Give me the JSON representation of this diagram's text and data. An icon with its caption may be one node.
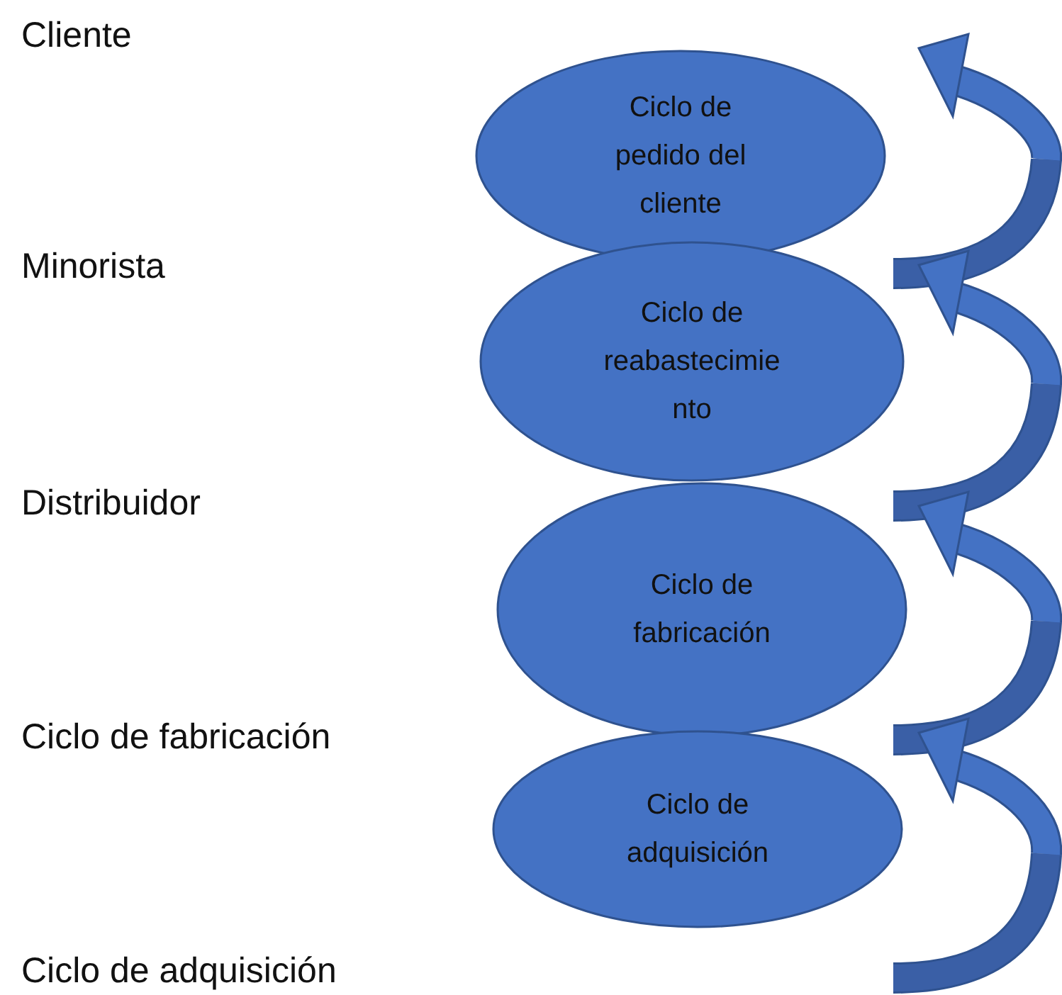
{
  "diagram": {
    "nodes": [
      {
        "text": [
          "Ciclo de pedido del cliente"
        ]
      },
      {
        "text": [
          "Ciclo de reabastecimiento"
        ]
      },
      {
        "text": [
          "Ciclo de fabricación"
        ]
      },
      {
        "text": [
          "Ciclo de adquisición"
        ]
      }
    ],
    "labels": [
      "Cliente",
      "Minorista",
      "Distribuidor",
      "Ciclo de fabricación",
      "Ciclo de adquisición"
    ]
  }
}
